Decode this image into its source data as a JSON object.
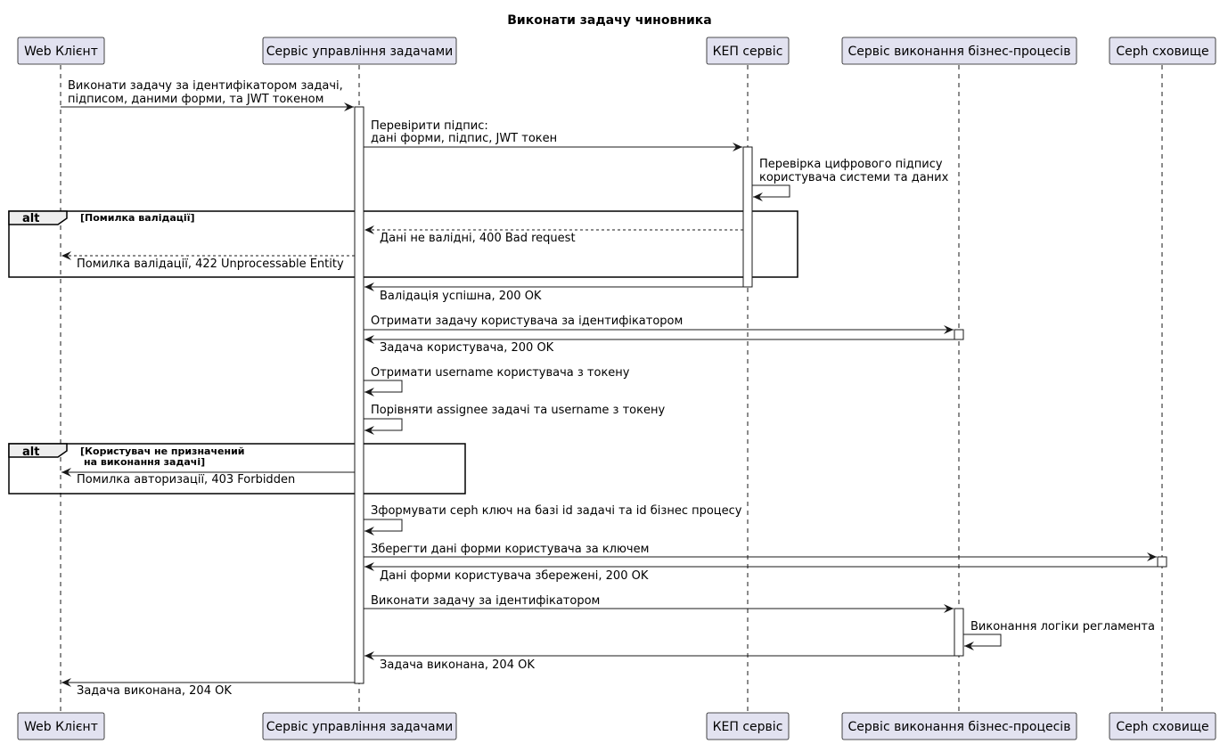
{
  "title": "Виконати задачу чиновника",
  "participants": {
    "web_client": "Web Клієнт",
    "task_service": "Сервіс управління задачами",
    "kep_service": "КЕП сервіс",
    "bp_service": "Сервіс виконання бізнес-процесів",
    "ceph_storage": "Ceph сховище"
  },
  "messages": {
    "m1_l1": "Виконати задачу за ідентифікатором задачі,",
    "m1_l2": "підписом, даними форми, та JWT токеном",
    "m2_l1": "Перевірити підпис:",
    "m2_l2": "дані форми, підпис, JWT токен",
    "m3_l1": "Перевірка цифрового підпису",
    "m3_l2": "користувача системи та даних",
    "m4": "Дані не валідні, 400 Bad request",
    "m5": "Помилка валідації, 422 Unprocessable Entity",
    "m6": "Валідація успішна, 200 OK",
    "m7": "Отримати задачу користувача за ідентифікатором",
    "m8": "Задача користувача, 200 OK",
    "m9": "Отримати username користувача з токену",
    "m10": "Порівняти assignee задачі та username з токену",
    "m11": "Помилка авторизації, 403 Forbidden",
    "m12": "Зформувати ceph ключ на базі id задачі та id бізнес процесу",
    "m13": "Зберегти дані форми користувача за ключем",
    "m14": "Дані форми користувача збережені, 200 OK",
    "m15": "Виконати задачу за ідентифікатором",
    "m16": "Виконання логіки регламента",
    "m17": "Задача виконана, 204 OK",
    "m18": "Задача виконана, 204 OK"
  },
  "fragments": {
    "alt1_keyword": "alt",
    "alt1_condition": "[Помилка валідації]",
    "alt2_keyword": "alt",
    "alt2_condition_l1": "[Користувач не призначений",
    "alt2_condition_l2": "на виконання задачі]"
  },
  "colors": {
    "participant_fill": "#E2E2F0",
    "participant_border": "#181818",
    "lifeline": "#181818",
    "fragment_header": "#EEEEEE"
  }
}
